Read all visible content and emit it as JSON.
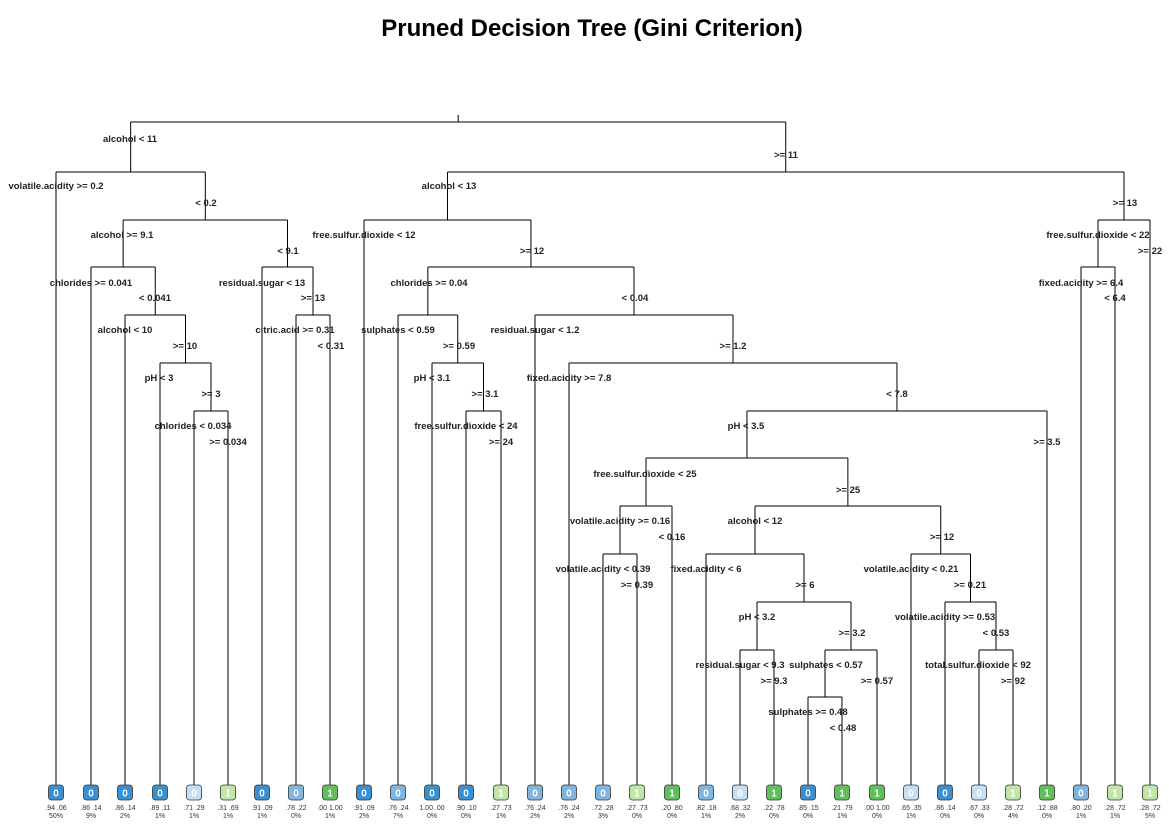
{
  "title": "Pruned Decision Tree (Gini Criterion)",
  "colors": {
    "class0_dark": "#3a8fd1",
    "class0_mid": "#7fb5e0",
    "class0_light": "#c6dff2",
    "class1_light": "#bfe6a6",
    "class1_dark": "#5fbf5a",
    "edge": "#000000"
  },
  "splits": [
    {
      "id": "root",
      "label_left": "alcohol < 11",
      "label_right": ">= 11"
    },
    {
      "id": "L",
      "label_left": "volatile.acidity >= 0.2",
      "label_right": "< 0.2"
    },
    {
      "id": "LR",
      "label_left": "alcohol >= 9.1",
      "label_right": "< 9.1"
    },
    {
      "id": "LRL",
      "label_left": "chlorides >= 0.041",
      "label_right": "< 0.041"
    },
    {
      "id": "LRLR",
      "label_left": "alcohol < 10",
      "label_right": ">= 10"
    },
    {
      "id": "LRLRR",
      "label_left": "pH < 3",
      "label_right": ">= 3"
    },
    {
      "id": "LRLRRR",
      "label_left": "chlorides < 0.034",
      "label_right": ">= 0.034"
    },
    {
      "id": "LRR",
      "label_left": "residual.sugar < 13",
      "label_right": ">= 13"
    },
    {
      "id": "LRRR",
      "label_left": "citric.acid >= 0.31",
      "label_right": "< 0.31"
    },
    {
      "id": "R",
      "label_left": "alcohol < 13",
      "label_right": ">= 13"
    },
    {
      "id": "RL",
      "label_left": "free.sulfur.dioxide < 12",
      "label_right": ">= 12"
    },
    {
      "id": "RLR",
      "label_left": "chlorides >= 0.04",
      "label_right": "< 0.04"
    },
    {
      "id": "RLRL",
      "label_left": "sulphates < 0.59",
      "label_right": ">= 0.59"
    },
    {
      "id": "RLRLR",
      "label_left": "pH < 3.1",
      "label_right": ">= 3.1"
    },
    {
      "id": "RLRLRR",
      "label_left": "free.sulfur.dioxide < 24",
      "label_right": ">= 24"
    },
    {
      "id": "RLRR",
      "label_left": "residual.sugar < 1.2",
      "label_right": ">= 1.2"
    },
    {
      "id": "RLRRR",
      "label_left": "fixed.acidity >= 7.8",
      "label_right": "< 7.8"
    },
    {
      "id": "RLRRRR",
      "label_left": "pH < 3.5",
      "label_right": ">= 3.5"
    },
    {
      "id": "P",
      "label_left": "free.sulfur.dioxide < 25",
      "label_right": ">= 25"
    },
    {
      "id": "PL",
      "label_left": "volatile.acidity >= 0.16",
      "label_right": "< 0.16"
    },
    {
      "id": "PLL",
      "label_left": "volatile.acidity < 0.39",
      "label_right": ">= 0.39"
    },
    {
      "id": "PR",
      "label_left": "alcohol < 12",
      "label_right": ">= 12"
    },
    {
      "id": "PRL",
      "label_left": "fixed.acidity < 6",
      "label_right": ">= 6"
    },
    {
      "id": "PRLR",
      "label_left": "pH < 3.2",
      "label_right": ">= 3.2"
    },
    {
      "id": "PRLRL",
      "label_left": "residual.sugar < 9.3",
      "label_right": ">= 9.3"
    },
    {
      "id": "PRLRR",
      "label_left": "sulphates < 0.57",
      "label_right": ">= 0.57"
    },
    {
      "id": "PRLRRL",
      "label_left": "sulphates >= 0.48",
      "label_right": "< 0.48"
    },
    {
      "id": "PRR",
      "label_left": "volatile.acidity < 0.21",
      "label_right": ">= 0.21"
    },
    {
      "id": "PRRR",
      "label_left": "volatile.acidity >= 0.53",
      "label_right": "< 0.53"
    },
    {
      "id": "PRRRR",
      "label_left": "total.sulfur.dioxide < 92",
      "label_right": ">= 92"
    },
    {
      "id": "RR",
      "label_left": "free.sulfur.dioxide < 22",
      "label_right": ">= 22"
    },
    {
      "id": "RRL",
      "label_left": "fixed.acidity >= 6.4",
      "label_right": "< 6.4"
    }
  ],
  "leaves": [
    {
      "cls": "0",
      "prob": ".94 .06",
      "pct": "50%"
    },
    {
      "cls": "0",
      "prob": ".86 .14",
      "pct": "9%"
    },
    {
      "cls": "0",
      "prob": ".86 .14",
      "pct": "2%"
    },
    {
      "cls": "0",
      "prob": ".89 .11",
      "pct": "1%"
    },
    {
      "cls": "0",
      "prob": ".71 .29",
      "pct": "1%"
    },
    {
      "cls": "1",
      "prob": ".31 .69",
      "pct": "1%"
    },
    {
      "cls": "0",
      "prob": ".91 .09",
      "pct": "1%"
    },
    {
      "cls": "0",
      "prob": ".78 .22",
      "pct": "0%"
    },
    {
      "cls": "1",
      "prob": ".00 1.00",
      "pct": "1%"
    },
    {
      "cls": "0",
      "prob": ".91 .09",
      "pct": "2%"
    },
    {
      "cls": "0",
      "prob": ".76 .24",
      "pct": "7%"
    },
    {
      "cls": "0",
      "prob": "1.00 .00",
      "pct": "0%"
    },
    {
      "cls": "0",
      "prob": ".90 .10",
      "pct": "0%"
    },
    {
      "cls": "1",
      "prob": ".27 .73",
      "pct": "1%"
    },
    {
      "cls": "0",
      "prob": ".76 .24",
      "pct": "2%"
    },
    {
      "cls": "0",
      "prob": ".76 .24",
      "pct": "2%"
    },
    {
      "cls": "0",
      "prob": ".72 .28",
      "pct": "3%"
    },
    {
      "cls": "1",
      "prob": ".27 .73",
      "pct": "0%"
    },
    {
      "cls": "1",
      "prob": ".20 .80",
      "pct": "0%"
    },
    {
      "cls": "0",
      "prob": ".82 .18",
      "pct": "1%"
    },
    {
      "cls": "0",
      "prob": ".68 .32",
      "pct": "2%"
    },
    {
      "cls": "1",
      "prob": ".22 .78",
      "pct": "0%"
    },
    {
      "cls": "0",
      "prob": ".85 .15",
      "pct": "0%"
    },
    {
      "cls": "1",
      "prob": ".21 .79",
      "pct": "1%"
    },
    {
      "cls": "1",
      "prob": ".00 1.00",
      "pct": "0%"
    },
    {
      "cls": "0",
      "prob": ".65 .35",
      "pct": "1%"
    },
    {
      "cls": "0",
      "prob": ".86 .14",
      "pct": "0%"
    },
    {
      "cls": "0",
      "prob": ".67 .33",
      "pct": "0%"
    },
    {
      "cls": "1",
      "prob": ".28 .72",
      "pct": "4%"
    },
    {
      "cls": "1",
      "prob": ".12 .88",
      "pct": "0%"
    },
    {
      "cls": "0",
      "prob": ".80 .20",
      "pct": "1%"
    },
    {
      "cls": "1",
      "prob": ".28 .72",
      "pct": "1%"
    },
    {
      "cls": "1",
      "prob": ".28 .72",
      "pct": "5%"
    }
  ]
}
